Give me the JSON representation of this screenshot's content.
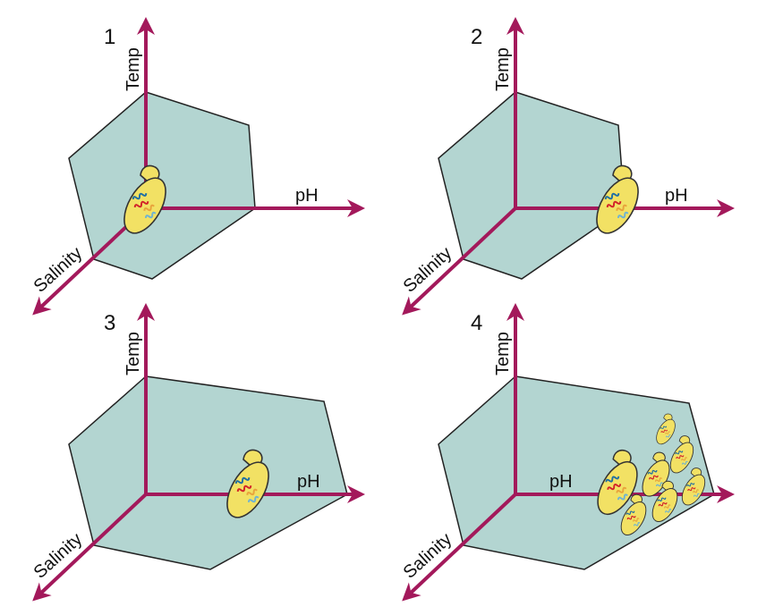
{
  "panels": [
    {
      "number": "1",
      "temp_label": "Temp",
      "ph_label": "pH",
      "salinity_label": "Salinity"
    },
    {
      "number": "2",
      "temp_label": "Temp",
      "ph_label": "pH",
      "salinity_label": "Salinity"
    },
    {
      "number": "3",
      "temp_label": "Temp",
      "ph_label": "pH",
      "salinity_label": "Salinity"
    },
    {
      "number": "4",
      "temp_label": "Temp",
      "ph_label": "pH",
      "salinity_label": "Salinity"
    }
  ],
  "colors": {
    "axis": "#a3195b",
    "region_fill": "#b3d5d1",
    "region_stroke": "#222222",
    "cell_fill": "#f2e164",
    "cell_stroke": "#333333",
    "dna_1": "#1f6fa3",
    "dna_2": "#d2232a",
    "dna_3": "#e8a33c",
    "dna_4": "#6fb3d2"
  }
}
